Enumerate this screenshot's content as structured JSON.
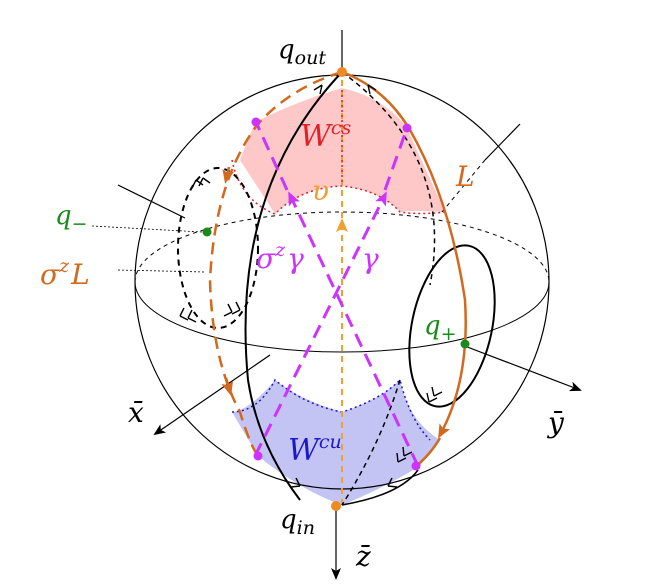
{
  "labels": {
    "q_out": {
      "base": "q",
      "sub": "out"
    },
    "q_in": {
      "base": "q",
      "sub": "in"
    },
    "q_minus": {
      "base": "q",
      "sub": "−"
    },
    "q_plus": {
      "base": "q",
      "sub": "+"
    },
    "W_cs": {
      "base": "W",
      "sup": "cs"
    },
    "W_cu": {
      "base": "W",
      "sup": "cu"
    },
    "L": "L",
    "upsilon": "υ",
    "gamma": "γ",
    "sigma_z_gamma": {
      "base": "σ",
      "sup": "z",
      "tail": "γ"
    },
    "sigma_z_L": {
      "base": "σ",
      "sup": "z",
      "tail": "L"
    },
    "x_bar": "x̄",
    "y_bar": "ȳ",
    "z_bar": "z̄"
  },
  "colors": {
    "orange": "#d2691e",
    "dash_orange": "#f0a030",
    "magenta": "#cc33ff",
    "green": "#1a8a1a",
    "red": "#e0202a",
    "blue": "#1a1acc",
    "pink_fill": "#ffc8c8",
    "blue_fill": "#c4c4f4",
    "black": "#000000"
  }
}
